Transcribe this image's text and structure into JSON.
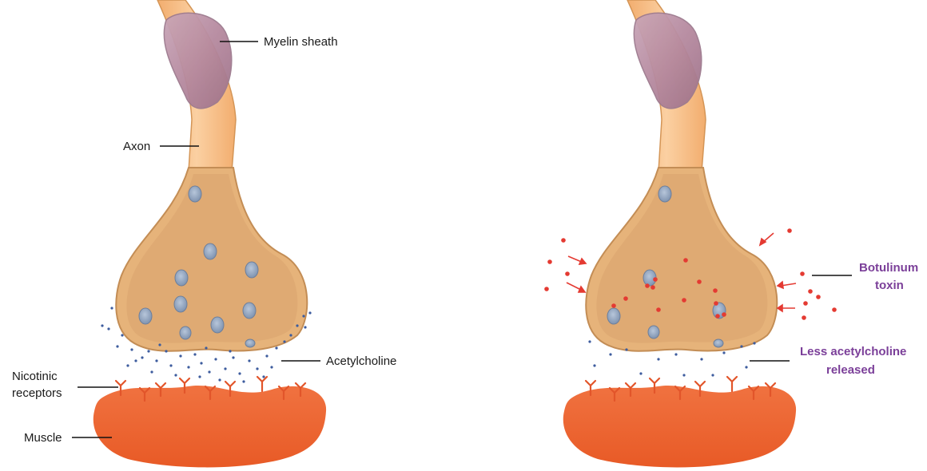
{
  "labels": {
    "myelin_sheath": "Myelin sheath",
    "axon": "Axon",
    "acetylcholine": "Acetylcholine",
    "nicotinic_line1": "Nicotinic",
    "nicotinic_line2": "receptors",
    "muscle": "Muscle",
    "botulinum_line1": "Botulinum",
    "botulinum_line2": "toxin",
    "less_ach_line1": "Less acetylcholine",
    "less_ach_line2": "released"
  },
  "colors": {
    "axon": "#f8c08c",
    "axon_edge": "#d99b5e",
    "terminal": "#e9b57c",
    "terminal_inner": "#d8a46c",
    "terminal_edge": "#b98650",
    "myelin": "#b58a9e",
    "muscle": "#ec6532",
    "receptor": "#e2552a",
    "vesicle": "#8fa3be",
    "ach_dot": "#3d5c9e",
    "toxin": "#e43a32",
    "accent_text": "#7b3f99"
  }
}
